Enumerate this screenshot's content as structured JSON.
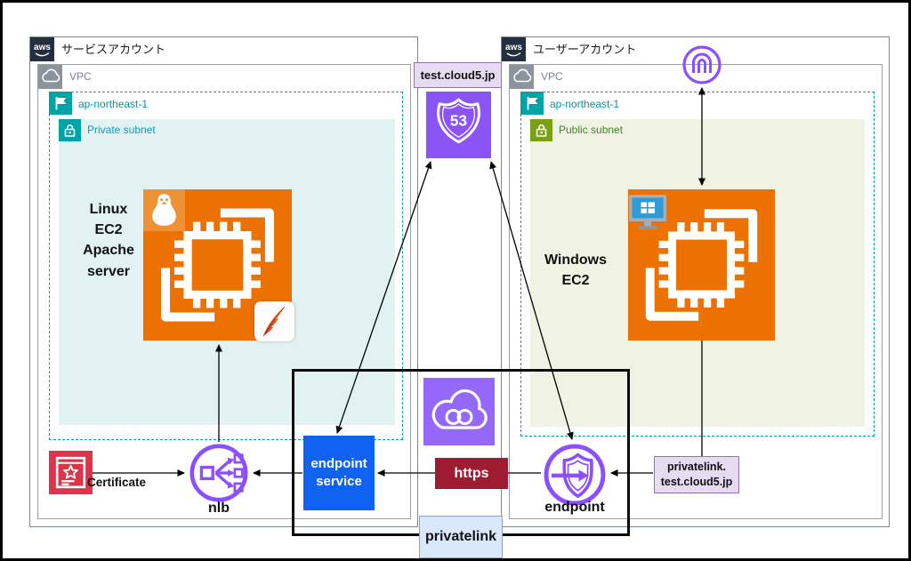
{
  "palette": {
    "ec2_orange": "#ED7100",
    "networking_purple": "#8C4FFF",
    "route53_square": "#8A54F7",
    "privatelink_cloud_square": "#9469FA",
    "region_teal": "#00A4A6",
    "private_subnet_fill": "#E2F1F1",
    "private_subnet_text": "#0E9BB5",
    "public_subnet_fill": "#F0F2E3",
    "public_subnet_olive": "#7AA116",
    "public_subnet_text": "#3F8624",
    "security_red": "#DD344C",
    "https_maroon": "#9E1B32",
    "endpoint_service_blue": "#1062F0",
    "domain_label_bg": "#E6DBF1",
    "domain_label_border": "#9673A6",
    "privatelink_label_bg": "#DAE8FC",
    "privatelink_label_border": "#8BA3C7",
    "aws_dark": "#232F3E",
    "arrow_black": "#000000"
  },
  "accounts": {
    "service": {
      "title": "サービスアカウント",
      "vpc_label": "VPC",
      "region": "ap-northeast-1",
      "subnet": "Private subnet"
    },
    "user": {
      "title": "ユーザーアカウント",
      "vpc_label": "VPC",
      "region": "ap-northeast-1",
      "subnet": "Public subnet"
    }
  },
  "nodes": {
    "linux_ec2": {
      "label_lines": [
        "Linux",
        "EC2",
        "Apache",
        "server"
      ]
    },
    "windows_ec2": {
      "label_lines": [
        "Windows",
        "EC2"
      ]
    },
    "route53": {
      "badge": "53",
      "domain_label": "test.cloud5.jp"
    },
    "nlb": {
      "label": "nlb"
    },
    "certificate": {
      "label": "Certificate"
    },
    "endpoint_service": {
      "label_lines": [
        "endpoint",
        "service"
      ]
    },
    "https": {
      "label": "https"
    },
    "endpoint": {
      "label": "endpoint"
    },
    "privatelink_domain": {
      "label_lines": [
        "privatelink.",
        "test.cloud5.jp"
      ]
    },
    "privatelink_group": {
      "label": "privatelink"
    }
  },
  "icons": {
    "aws_logo": "aws-logo-icon",
    "vpc": "vpc-cloud-icon",
    "region": "region-flag-icon",
    "private_subnet": "private-subnet-lock-icon",
    "public_subnet": "public-subnet-lock-icon",
    "ec2": "ec2-chip-icon",
    "linux": "linux-tux-icon",
    "apache": "apache-feather-icon",
    "windows": "windows-logo-icon",
    "route53": "route53-shield-icon",
    "internet_gateway": "internet-gateway-icon",
    "privatelink": "privatelink-cloud-icon",
    "endpoint": "vpc-endpoint-icon",
    "nlb": "network-load-balancer-icon",
    "certificate": "certificate-icon"
  }
}
